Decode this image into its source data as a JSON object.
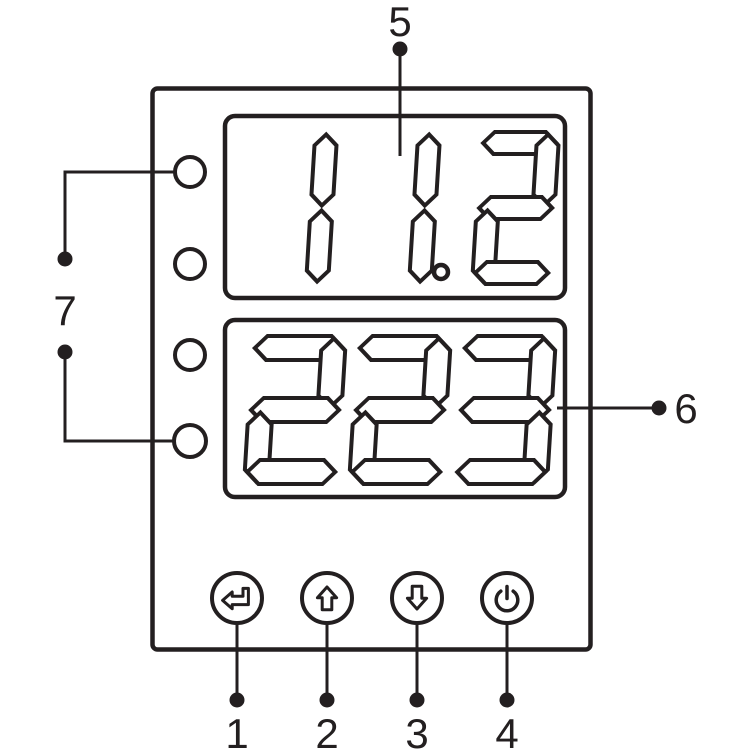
{
  "colors": {
    "ink": "#231f20",
    "paper": "#ffffff"
  },
  "device": {
    "upper_display": {
      "value": "11.2"
    },
    "lower_display": {
      "value": "223"
    },
    "led_count": 4,
    "buttons": [
      {
        "icon": "enter-icon"
      },
      {
        "icon": "up-arrow-icon"
      },
      {
        "icon": "down-arrow-icon"
      },
      {
        "icon": "power-icon"
      }
    ]
  },
  "callouts": [
    {
      "label": "1"
    },
    {
      "label": "2"
    },
    {
      "label": "3"
    },
    {
      "label": "4"
    },
    {
      "label": "5"
    },
    {
      "label": "6"
    },
    {
      "label": "7"
    }
  ]
}
